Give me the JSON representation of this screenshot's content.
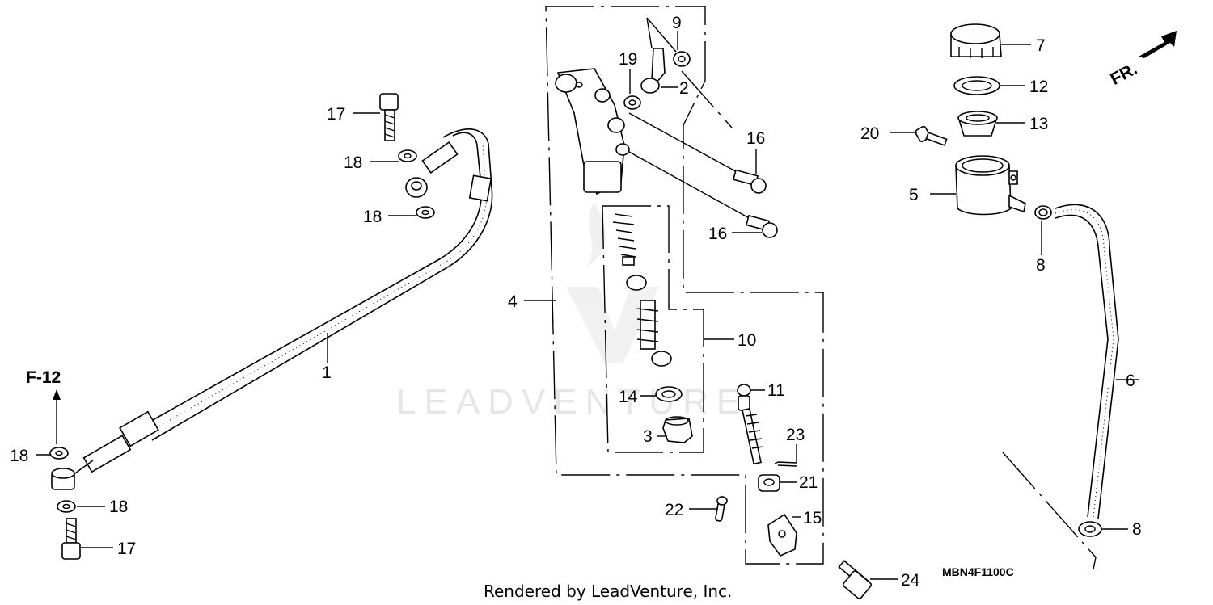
{
  "diagram": {
    "labels": {
      "n1": "1",
      "n2": "2",
      "n3": "3",
      "n4": "4",
      "n5": "5",
      "n6": "6",
      "n7": "7",
      "n8a": "8",
      "n8b": "8",
      "n9": "9",
      "n10": "10",
      "n11": "11",
      "n12": "12",
      "n13": "13",
      "n14": "14",
      "n15": "15",
      "n16a": "16",
      "n16b": "16",
      "n17a": "17",
      "n17b": "17",
      "n18a": "18",
      "n18b": "18",
      "n18c": "18",
      "n18d": "18",
      "n19": "19",
      "n20": "20",
      "n21": "21",
      "n22": "22",
      "n23": "23",
      "n24": "24"
    },
    "reference": "F-12",
    "direction": "FR.",
    "diagram_code": "MBN4F1100C",
    "credit": "Rendered by LeadVenture, Inc.",
    "watermark": "LEADVENTURE"
  }
}
